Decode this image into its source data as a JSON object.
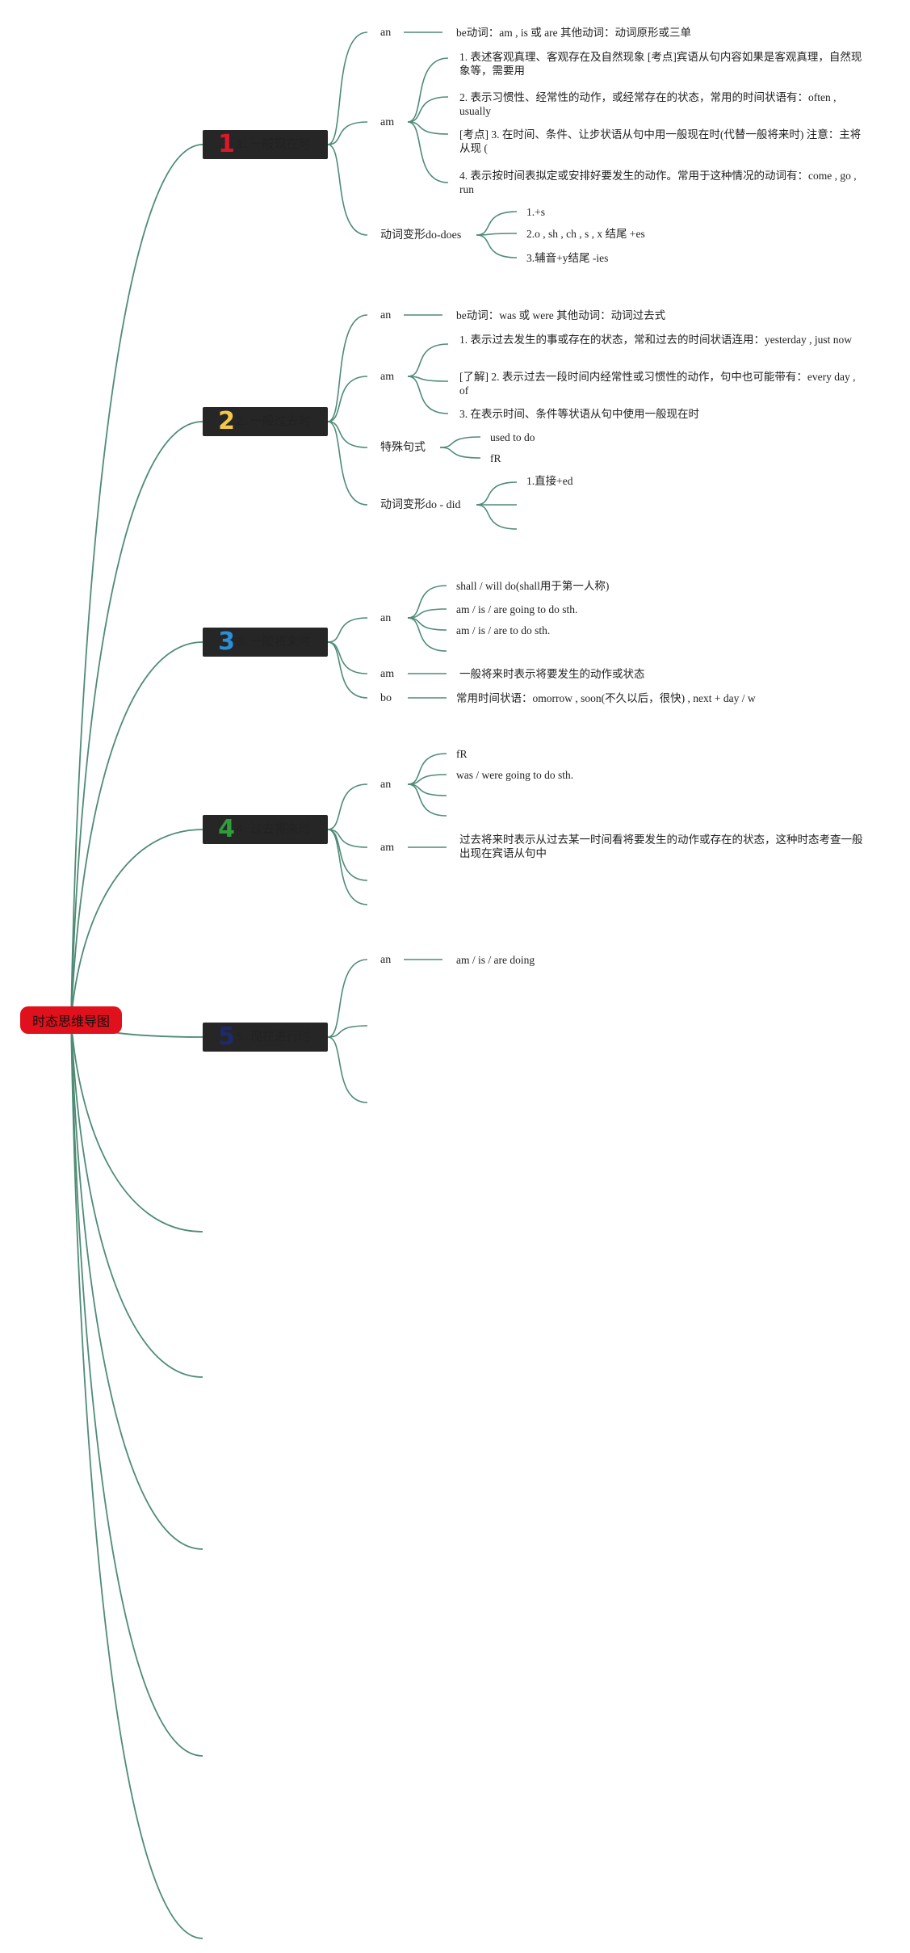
{
  "root": {
    "label": "时态思维导图"
  },
  "colors": {
    "line": "#4f8c75",
    "root_bg": "#e0101c",
    "topic_bg": "#262626"
  },
  "topics": [
    {
      "num": "1",
      "num_color": "#d8192a",
      "label": "1. 一般现在时",
      "branches": [
        {
          "label": "an",
          "items": [
            "be动词：am , is 或 are 其他动词：动词原形或三单"
          ]
        },
        {
          "label": "am",
          "items": [
            "1. 表述客观真理、客观存在及自然现象 [考点]宾语从句内容如果是客观真理，自然现象等，需要用",
            "2. 表示习惯性、经常性的动作，或经常存在的状态，常用的时间状语有：often , usually",
            "[考点] 3. 在时间、条件、让步状语从句中用一般现在时(代替一般将来时) 注意：主将从现 (",
            "4. 表示按时间表拟定或安排好要发生的动作。常用于这种情况的动词有：come , go , run"
          ]
        },
        {
          "label": "动词变形do-does",
          "items": [
            "1.+s",
            "2.o , sh , ch , s , x 结尾 +es",
            "3.辅音+y结尾 -ies"
          ]
        }
      ]
    },
    {
      "num": "2",
      "num_color": "#f2c84b",
      "label": "2. 一般过去时",
      "branches": [
        {
          "label": "an",
          "items": [
            "be动词：was 或 were 其他动词：动词过去式"
          ]
        },
        {
          "label": "am",
          "items": [
            "1. 表示过去发生的事或存在的状态，常和过去的时间状语连用：yesterday , just now",
            "[了解] 2. 表示过去一段时间内经常性或习惯性的动作，句中也可能带有：every day , of",
            "3. 在表示时间、条件等状语从句中使用一般现在时"
          ]
        },
        {
          "label": "特殊句式",
          "items": [
            "used to do",
            "fR"
          ]
        },
        {
          "label": "动词变形do - did",
          "items": [
            "1.直接+ed"
          ]
        }
      ]
    },
    {
      "num": "3",
      "num_color": "#2a8fd6",
      "label": "3. 一般将来时",
      "branches": [
        {
          "label": "an",
          "items": [
            "shall / will do(shall用于第一人称)",
            "am / is / are going to do sth.",
            "am / is / are to do sth."
          ]
        },
        {
          "label": "am",
          "items": [
            "一般将来时表示将要发生的动作或状态"
          ]
        },
        {
          "label": "bo",
          "items": [
            "常用时间状语：omorrow , soon(不久以后，很快) , next + day / w"
          ]
        }
      ]
    },
    {
      "num": "4",
      "num_color": "#2f9e3a",
      "label": "4. 过去将来时",
      "branches": [
        {
          "label": "an",
          "items": [
            "fR",
            "was / were going to do sth."
          ]
        },
        {
          "label": "am",
          "items": [
            "过去将来时表示从过去某一时间看将要发生的动作或存在的状态，这种时态考查一般出现在宾语从句中"
          ]
        }
      ]
    },
    {
      "num": "5",
      "num_color": "#1e2a6e",
      "label": "5. 现在进行时",
      "branches": [
        {
          "label": "an",
          "items": [
            "am / is / are doing"
          ]
        }
      ]
    }
  ]
}
